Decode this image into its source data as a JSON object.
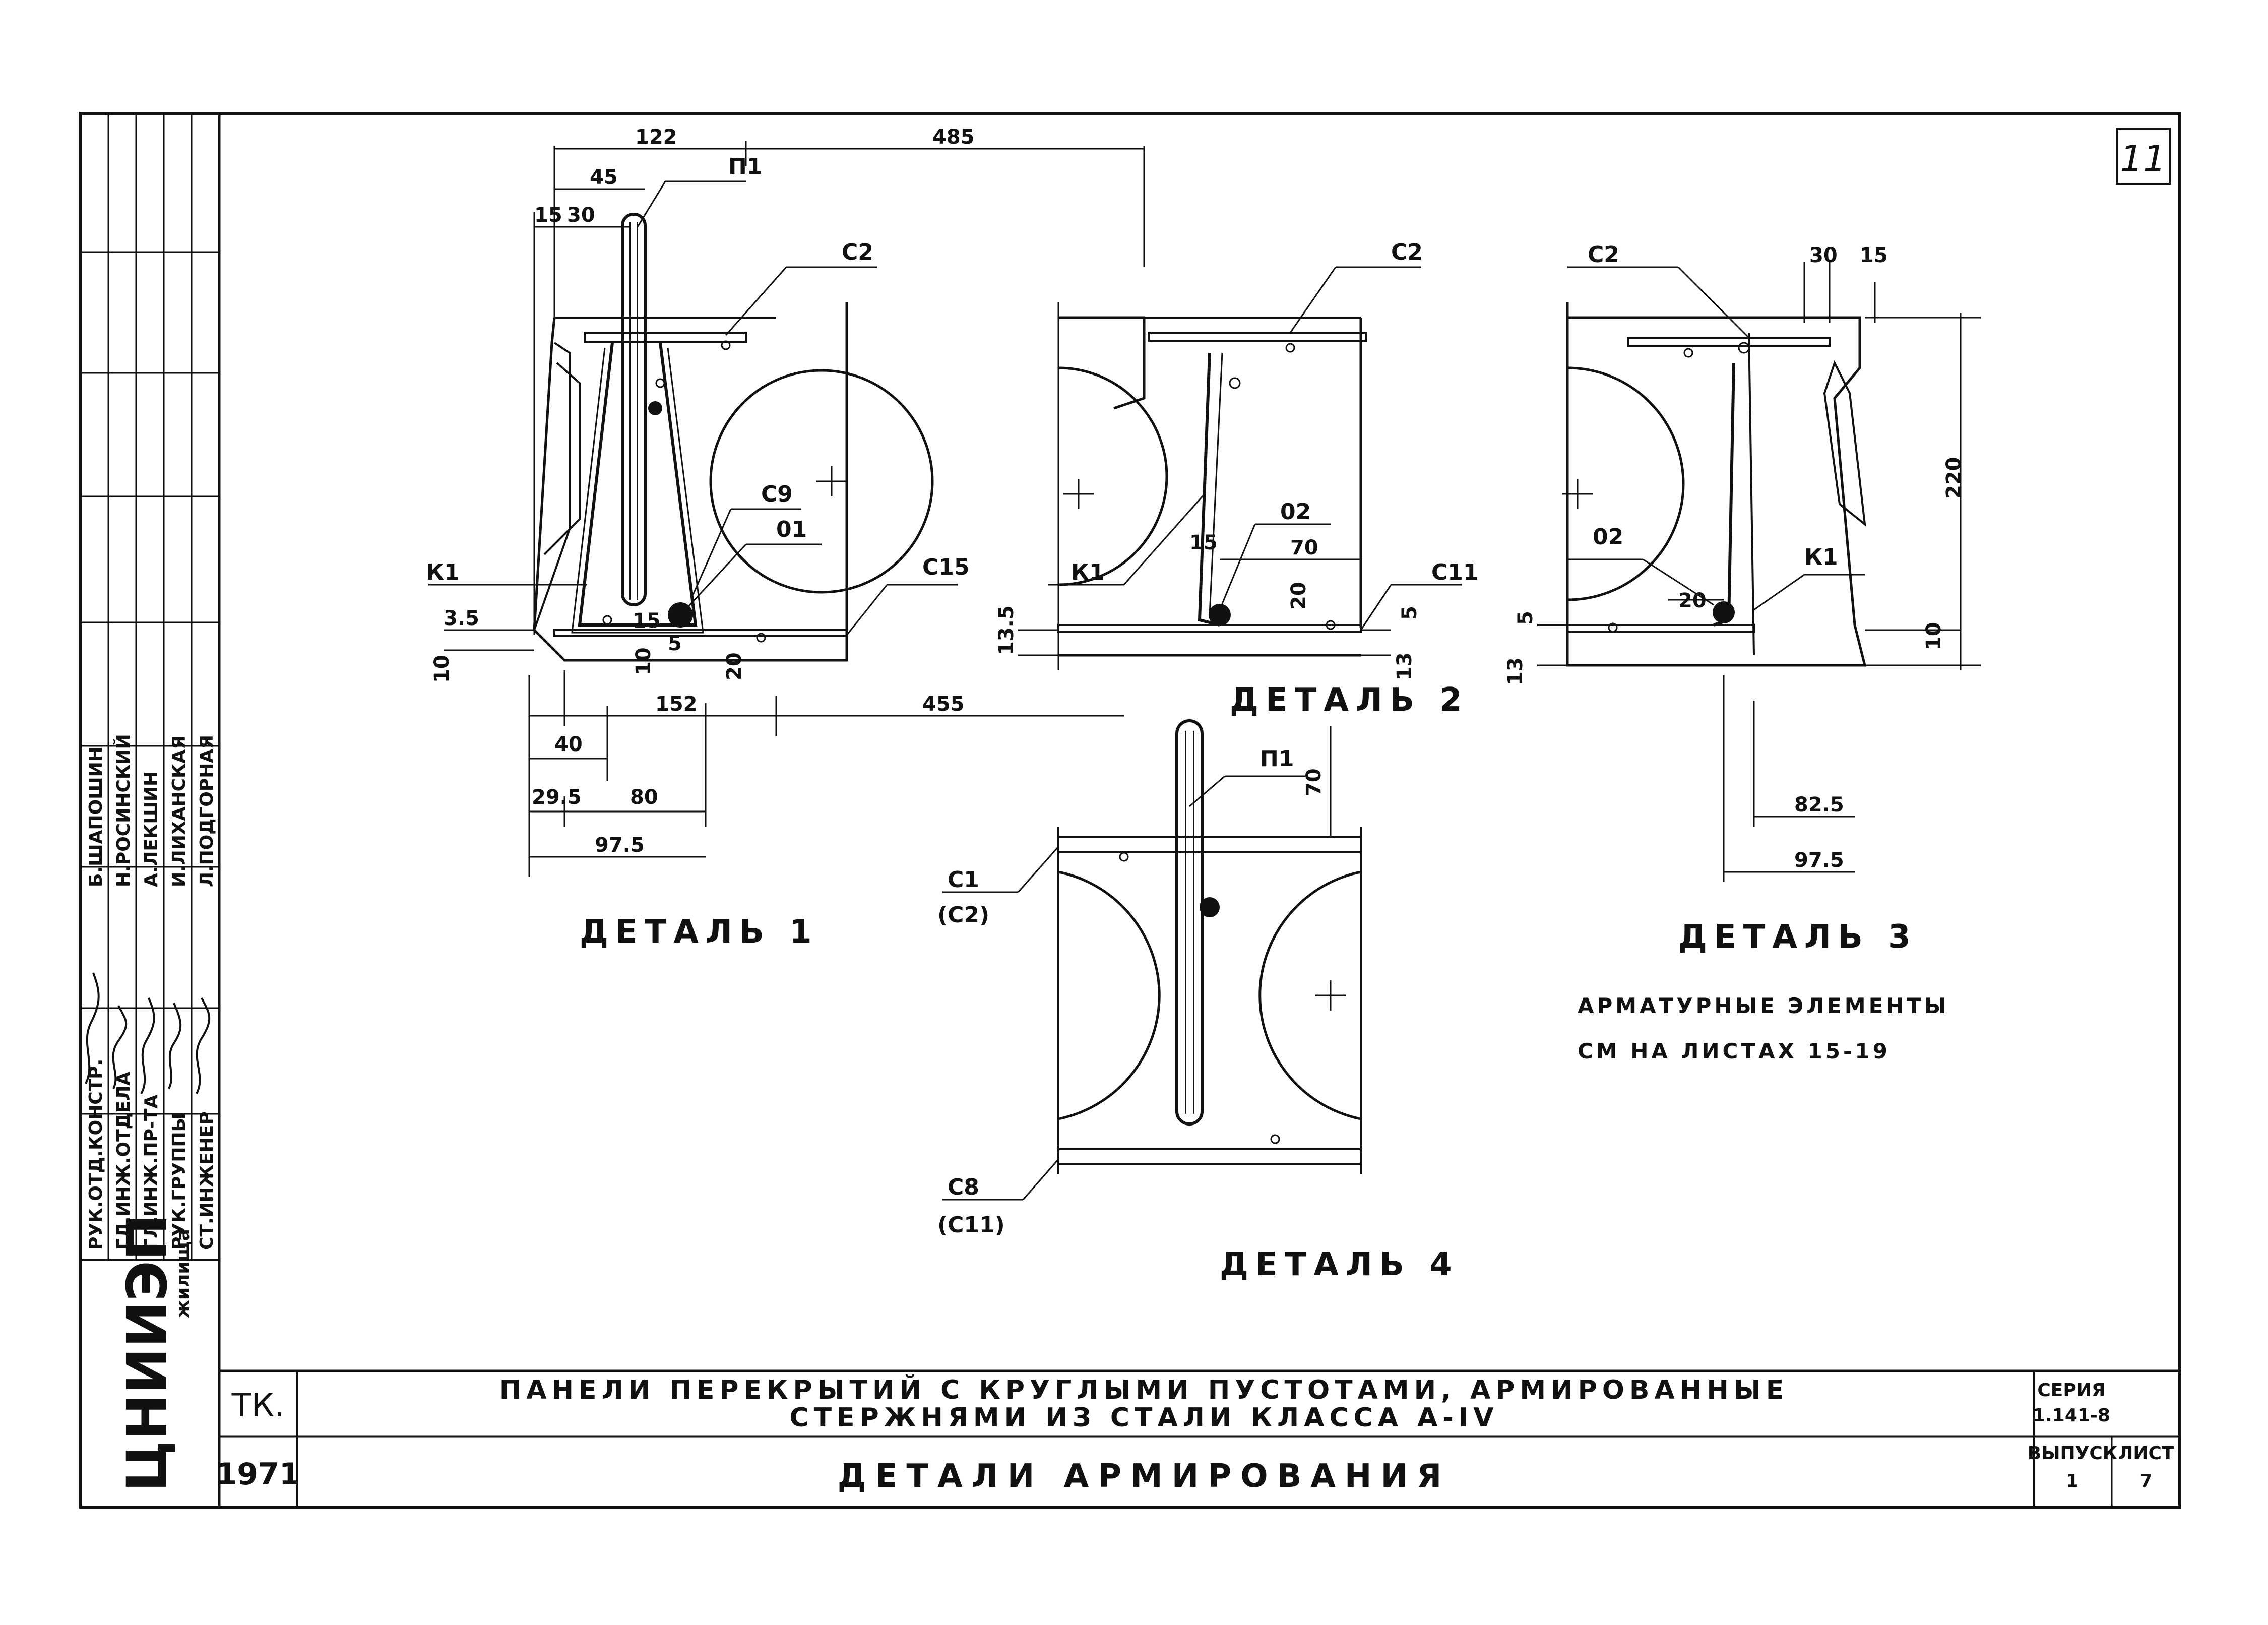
{
  "sheet": {
    "number": "11",
    "org": "ЦНИИЭП",
    "org_sub": "жилища",
    "code": "ТК.",
    "year": "1971",
    "title_line1": "ПАНЕЛИ ПЕРЕКРЫТИЙ С КРУГЛЫМИ ПУСТОТАМИ, АРМИРОВАННЫЕ",
    "title_line2": "СТЕРЖНЯМИ ИЗ СТАЛИ КЛАССА А-IV",
    "subtitle": "ДЕТАЛИ АРМИРОВАНИЯ",
    "series_label": "СЕРИЯ",
    "series_value": "1.141-8",
    "issue_label": "ВЫПУСК",
    "issue_value": "1",
    "sheet_label": "ЛИСТ",
    "sheet_value": "7"
  },
  "signatures": [
    {
      "role": "РУК.ОТД.КОНСТР.",
      "name": "Б.ШАПОШИН"
    },
    {
      "role": "ГЛ.ИНЖ.ОТДЕЛА",
      "name": "Н.РОСИНСКИЙ"
    },
    {
      "role": "ГЛ.ИНЖ.ПР-ТА",
      "name": "А.ЛЕКШИН"
    },
    {
      "role": "РУК.ГРУППЫ",
      "name": "И.ЛИХАНСКАЯ"
    },
    {
      "role": "СТ.ИНЖЕНЕР",
      "name": "Л.ПОДГОРНАЯ"
    }
  ],
  "details": {
    "d1": {
      "title": "ДЕТАЛЬ 1",
      "labels": {
        "p1": "П1",
        "c2": "С2",
        "c9": "С9",
        "o1": "01",
        "k1": "К1",
        "c15": "С15"
      },
      "dims": {
        "d122": "122",
        "d485": "485",
        "d45": "45",
        "d15": "15",
        "d30": "30",
        "d152": "152",
        "d455": "455",
        "d40": "40",
        "d29_5": "29.5",
        "d80": "80",
        "d97_5": "97.5",
        "d10a": "10",
        "d10b": "10",
        "d3_5": "3.5",
        "d5": "5",
        "d20": "20",
        "d15b": "15"
      }
    },
    "d2": {
      "title": "ДЕТАЛЬ 2",
      "labels": {
        "c2": "С2",
        "o2": "02",
        "k1": "К1",
        "c11": "С11"
      },
      "dims": {
        "d70": "70",
        "d15": "15",
        "d20": "20",
        "d13_5": "13.5",
        "d5": "5",
        "d13": "13"
      }
    },
    "d3": {
      "title": "ДЕТАЛЬ 3",
      "labels": {
        "c2": "С2",
        "o2": "02",
        "k1": "К1"
      },
      "dims": {
        "d30": "30",
        "d15": "15",
        "d220": "220",
        "d20": "20",
        "d10": "10",
        "d5": "5",
        "d13": "13",
        "d82_5": "82.5",
        "d97_5": "97.5"
      }
    },
    "d4": {
      "title": "ДЕТАЛЬ 4",
      "labels": {
        "p1": "П1",
        "c1": "С1",
        "c2": "(С2)",
        "c8": "С8",
        "c11": "(С11)"
      },
      "dims": {
        "d70": "70"
      }
    }
  },
  "note_line1": "АРМАТУРНЫЕ ЭЛЕМЕНТЫ",
  "note_line2": "СМ НА ЛИСТАХ 15-19"
}
